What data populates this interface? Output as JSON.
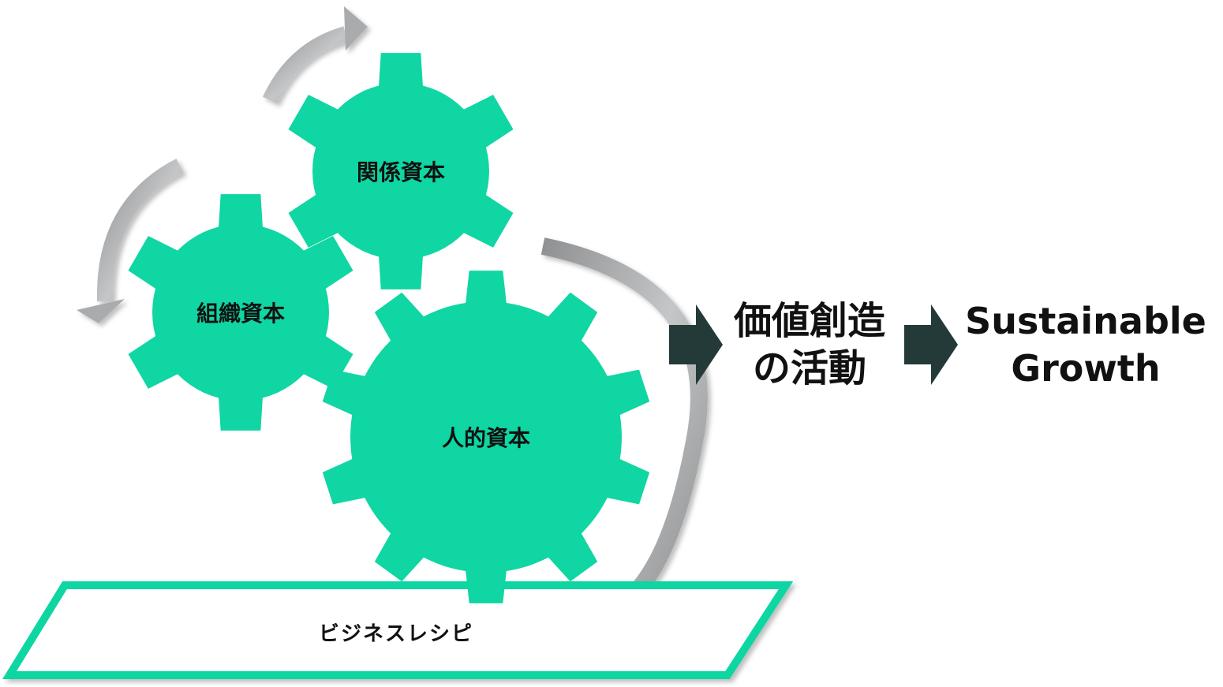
{
  "colors": {
    "gear_fill": "#0fd6a2",
    "platform_stroke": "#0fd6a2",
    "cycle_arrow": "#a9abad",
    "flow_arrow": "#233a39",
    "text": "#111111"
  },
  "gears": {
    "relationship": {
      "label": "関係資本"
    },
    "organization": {
      "label": "組織資本"
    },
    "human": {
      "label": "人的資本"
    }
  },
  "platform": {
    "label": "ビジネスレシピ"
  },
  "flow": {
    "value_creation_line1": "価値創造",
    "value_creation_line2": "の活動",
    "outcome_line1": "Sustainable",
    "outcome_line2": "Growth"
  },
  "icons": {
    "cycle_arrows": "curved-arrow-icon",
    "flow_arrows": "chevron-right-icon"
  }
}
